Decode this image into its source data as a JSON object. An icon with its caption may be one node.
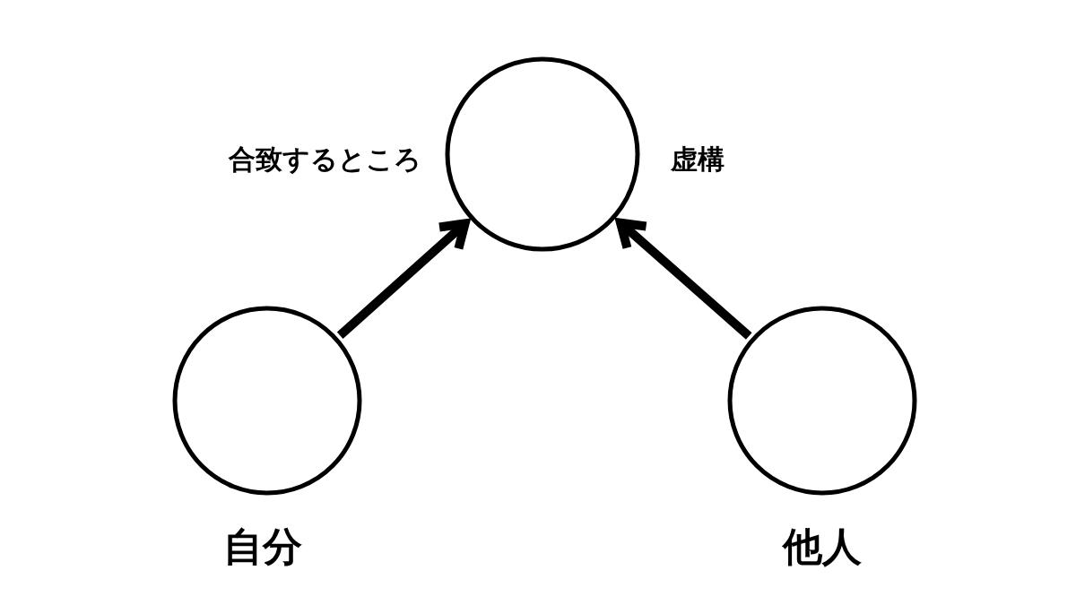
{
  "diagram": {
    "nodes": [
      {
        "text": [],
        "shape": "circle",
        "beside": [
          "合致するところ",
          "虚構"
        ]
      },
      {
        "text": [],
        "shape": "circle",
        "beside": [
          "自分"
        ]
      },
      {
        "text": [],
        "shape": "circle",
        "beside": [
          "他人"
        ]
      }
    ],
    "edges": [
      {
        "from": 1,
        "to": 0,
        "arrow": "to"
      },
      {
        "from": 2,
        "to": 0,
        "arrow": "to"
      }
    ]
  }
}
